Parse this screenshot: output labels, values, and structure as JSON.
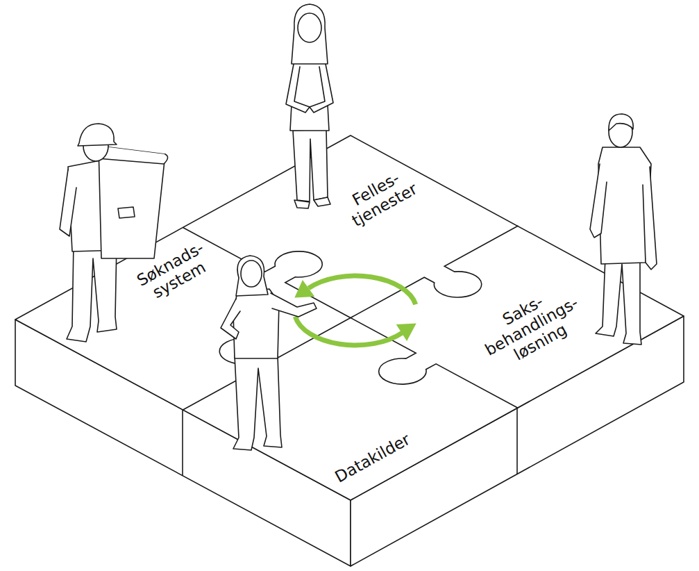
{
  "diagram": {
    "nodes": [
      {
        "text": [
          "Felles- tjenester"
        ]
      },
      {
        "text": [
          "Søknads- system"
        ]
      },
      {
        "text": [
          "Saks- behandlings- løsning"
        ]
      },
      {
        "text": [
          "Datakilder"
        ]
      }
    ]
  }
}
